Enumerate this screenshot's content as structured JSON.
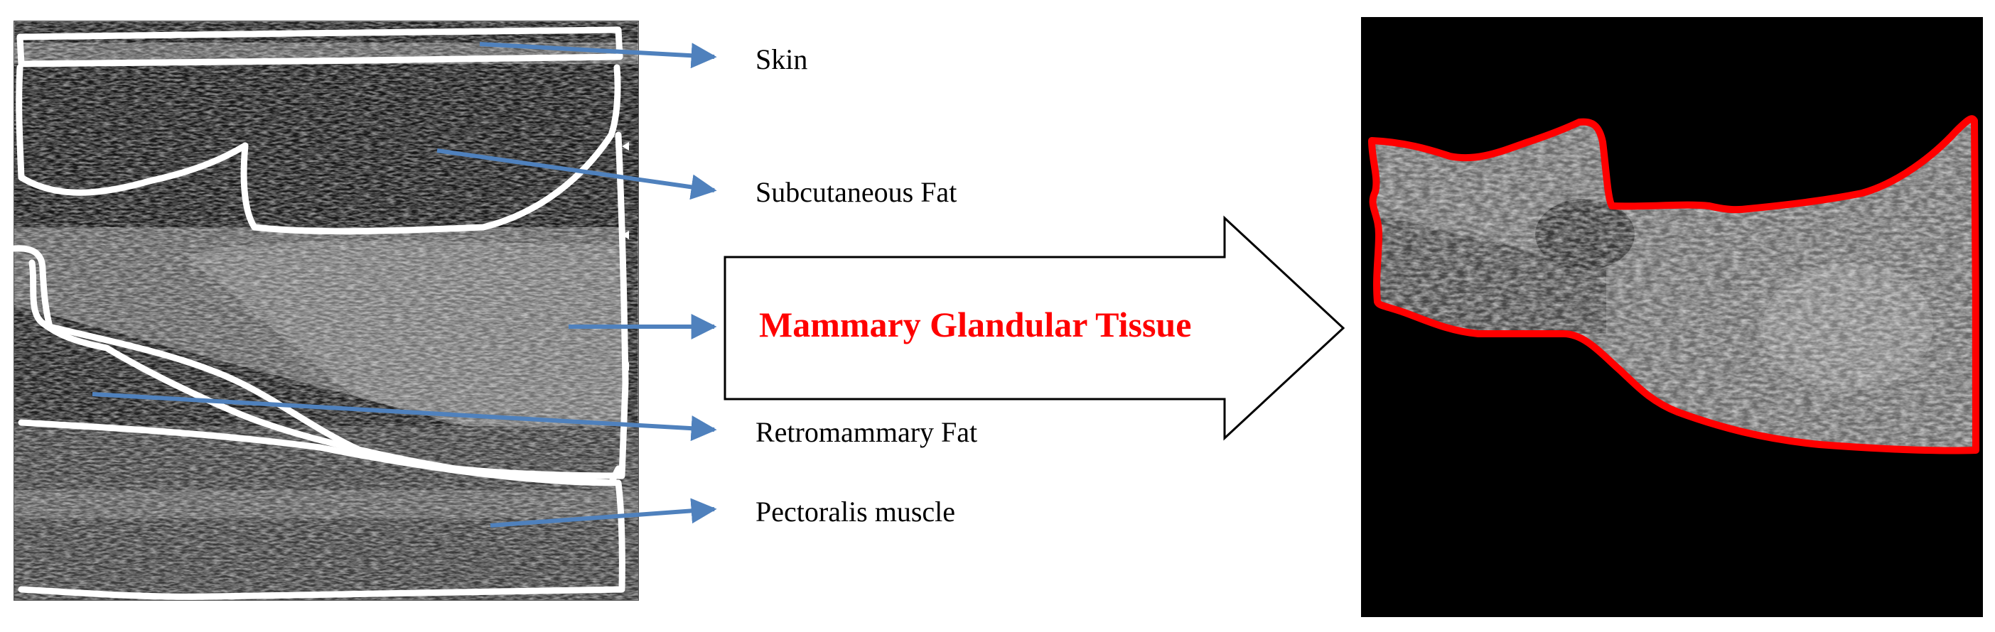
{
  "labels": {
    "skin": "Skin",
    "subcutaneous_fat": "Subcutaneous Fat",
    "mammary_glandular_tissue": "Mammary Glandular Tissue",
    "retromammary_fat": "Retromammary Fat",
    "pectoralis_muscle": "Pectoralis muscle"
  },
  "colors": {
    "pointer_arrow": "#4f81bd",
    "highlight_text": "#ff0000",
    "segmentation_outline": "#ff0000",
    "annotation_outline": "#ffffff",
    "background_panel": "#000000"
  },
  "icons": {
    "pointer": "arrow-right-icon",
    "process": "block-arrow-right-icon"
  }
}
